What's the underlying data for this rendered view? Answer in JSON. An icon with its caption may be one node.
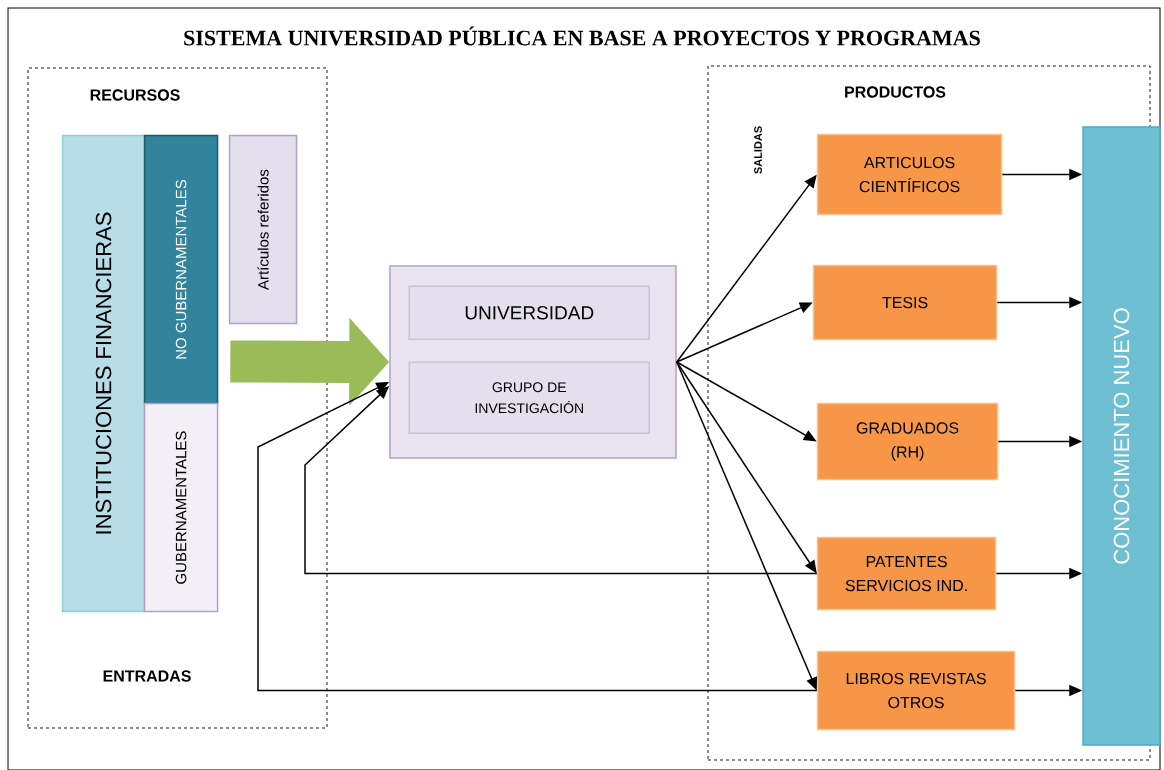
{
  "diagram": {
    "title": "SISTEMA UNIVERSIDAD PÚBLICA EN BASE A PROYECTOS Y PROGRAMAS",
    "nodes": [
      {
        "text": [
          "RECURSOS",
          "ENTRADAS"
        ]
      },
      {
        "text": [
          "INSTITUCIONES FINANCIERAS"
        ],
        "in": 0
      },
      {
        "text": [
          "NO GUBERNAMENTALES"
        ],
        "in": 0
      },
      {
        "text": [
          "GUBERNAMENTALES"
        ],
        "in": 0
      },
      {
        "text": [
          "Artículos referidos"
        ],
        "in": 0
      },
      {
        "text": [],
        "shape": "box"
      },
      {
        "text": [
          "UNIVERSIDAD"
        ],
        "in": 5
      },
      {
        "text": [
          "GRUPO DE INVESTIGACIÓN"
        ],
        "in": 5
      },
      {
        "text": [
          "PRODUCTOS",
          "SALIDAS"
        ]
      },
      {
        "text": [
          "ARTICULOS CIENTÍFICOS"
        ],
        "in": 8
      },
      {
        "text": [
          "TESIS"
        ],
        "in": 8
      },
      {
        "text": [
          "GRADUADOS (RH)"
        ],
        "in": 8
      },
      {
        "text": [
          "PATENTES SERVICIOS IND."
        ],
        "in": 8
      },
      {
        "text": [
          "LIBROS REVISTAS OTROS"
        ],
        "in": 8
      },
      {
        "text": [
          "CONOCIMIENTO NUEVO"
        ]
      }
    ],
    "edges": [
      {
        "from": 2,
        "to": 5,
        "arrow": "to",
        "style": "thick",
        "color": "#9bbb59"
      },
      {
        "from": 5,
        "to": 9,
        "arrow": "to"
      },
      {
        "from": 5,
        "to": 10,
        "arrow": "to"
      },
      {
        "from": 5,
        "to": 11,
        "arrow": "to"
      },
      {
        "from": 5,
        "to": 12,
        "arrow": "to"
      },
      {
        "from": 5,
        "to": 13,
        "arrow": "to"
      },
      {
        "from": 9,
        "to": 14,
        "arrow": "to"
      },
      {
        "from": 10,
        "to": 14,
        "arrow": "to"
      },
      {
        "from": 11,
        "to": 14,
        "arrow": "to"
      },
      {
        "from": 12,
        "to": 14,
        "arrow": "to"
      },
      {
        "from": 13,
        "to": 14,
        "arrow": "to"
      },
      {
        "from": 12,
        "to": 5,
        "arrow": "to"
      },
      {
        "from": 13,
        "to": 5,
        "arrow": "to"
      }
    ]
  }
}
